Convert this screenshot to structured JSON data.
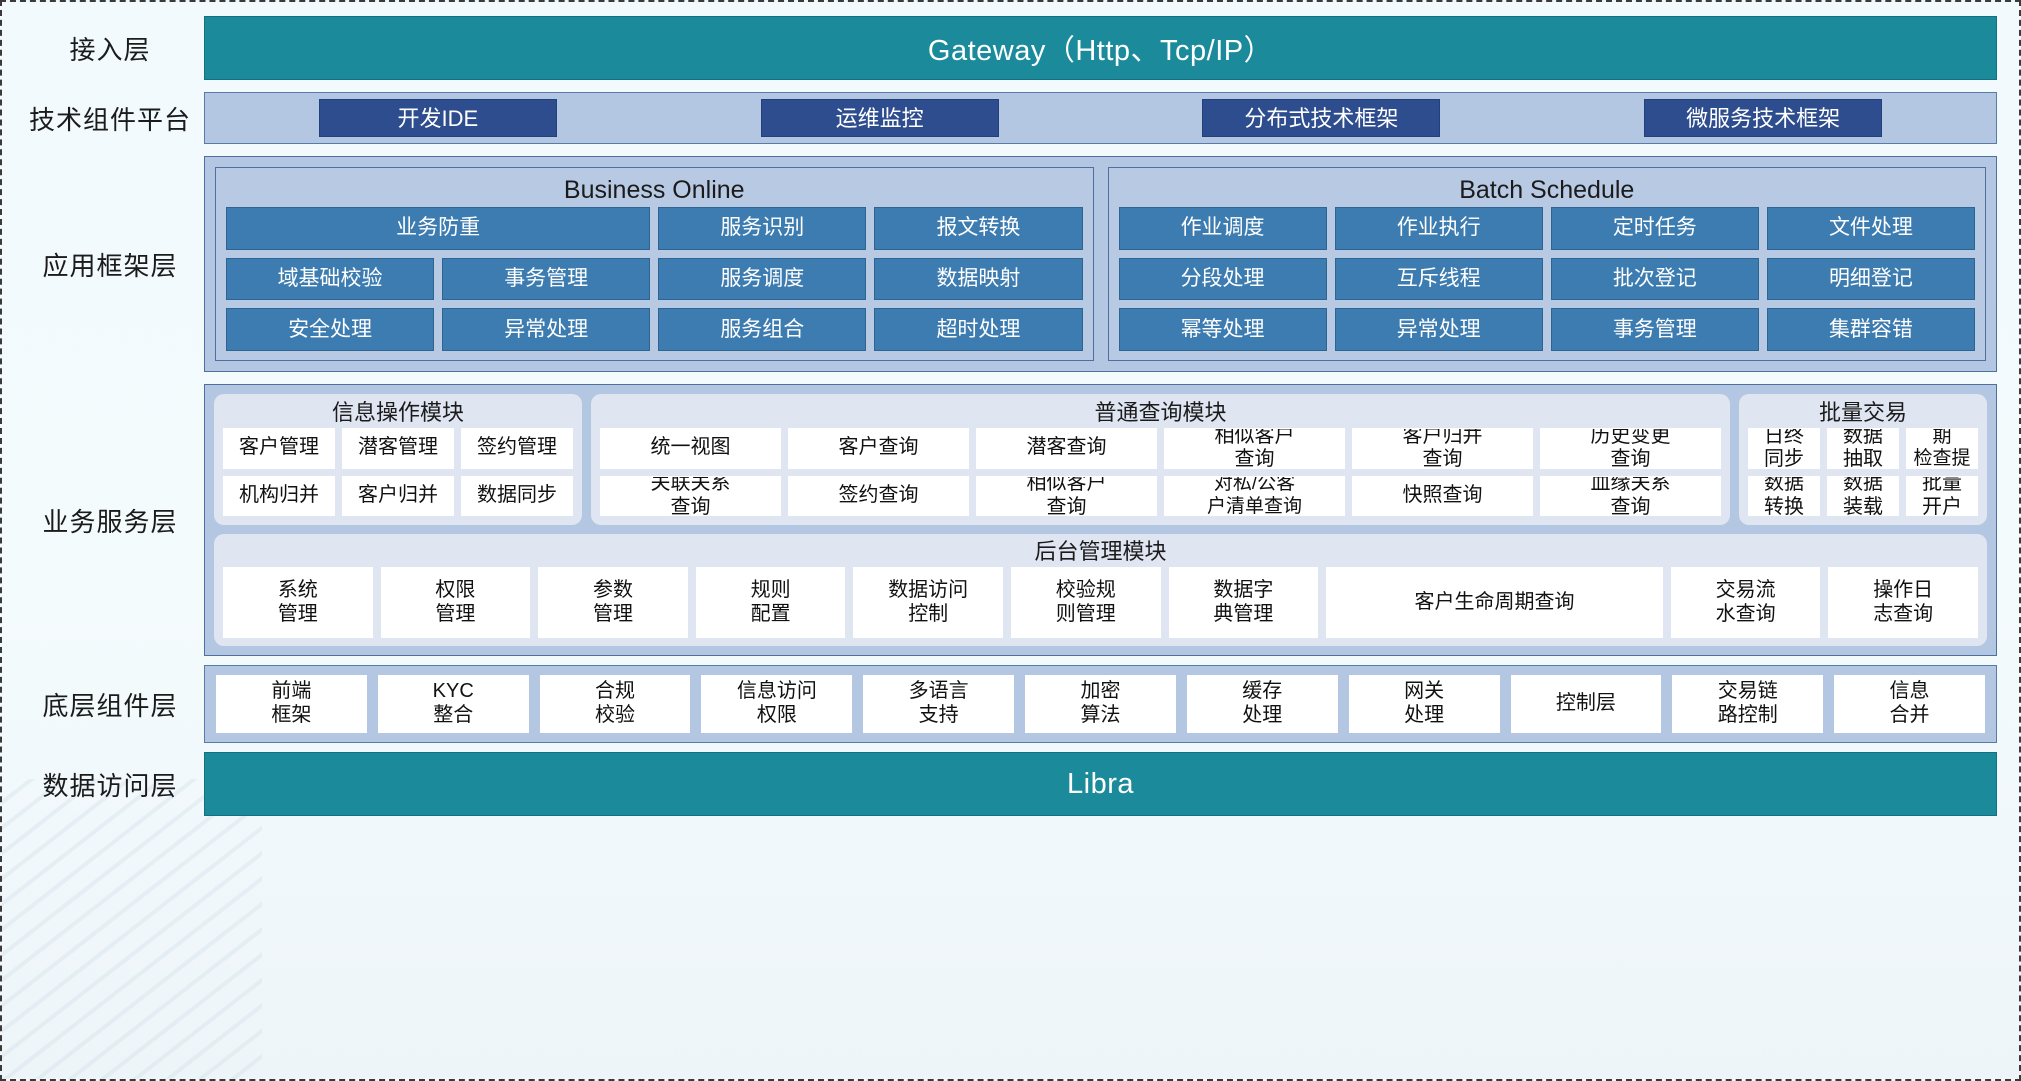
{
  "layers": {
    "access": {
      "label": "接入层",
      "bar_text": "Gateway（Http、Tcp/IP）"
    },
    "tech_platform": {
      "label": "技术组件平台"
    },
    "app_framework": {
      "label": "应用框架层"
    },
    "biz_service": {
      "label": "业务服务层"
    },
    "base_component": {
      "label": "底层组件层"
    },
    "data_access": {
      "label": "数据访问层",
      "bar_text": "Libra"
    }
  },
  "tech_platform_items": [
    "开发IDE",
    "运维监控",
    "分布式技术框架",
    "微服务技术框架"
  ],
  "app_framework": {
    "panels": [
      {
        "title": "Business Online",
        "cells": [
          {
            "label": "业务防重",
            "span": 2
          },
          {
            "label": "服务识别",
            "span": 1
          },
          {
            "label": "报文转换",
            "span": 1
          },
          {
            "label": "域基础校验",
            "span": 1
          },
          {
            "label": "事务管理",
            "span": 1
          },
          {
            "label": "服务调度",
            "span": 1
          },
          {
            "label": "数据映射",
            "span": 1
          },
          {
            "label": "安全处理",
            "span": 1
          },
          {
            "label": "异常处理",
            "span": 1
          },
          {
            "label": "服务组合",
            "span": 1
          },
          {
            "label": "超时处理",
            "span": 1
          }
        ]
      },
      {
        "title": "Batch Schedule",
        "cells": [
          {
            "label": "作业调度",
            "span": 1
          },
          {
            "label": "作业执行",
            "span": 1
          },
          {
            "label": "定时任务",
            "span": 1
          },
          {
            "label": "文件处理",
            "span": 1
          },
          {
            "label": "分段处理",
            "span": 1
          },
          {
            "label": "互斥线程",
            "span": 1
          },
          {
            "label": "批次登记",
            "span": 1
          },
          {
            "label": "明细登记",
            "span": 1
          },
          {
            "label": "幂等处理",
            "span": 1
          },
          {
            "label": "异常处理",
            "span": 1
          },
          {
            "label": "事务管理",
            "span": 1
          },
          {
            "label": "集群容错",
            "span": 1
          }
        ]
      }
    ]
  },
  "biz_service": {
    "info_module": {
      "title": "信息操作模块",
      "cells": [
        "客户管理",
        "潜客管理",
        "签约管理",
        "机构归并",
        "客户归并",
        "数据同步"
      ]
    },
    "query_module": {
      "title": "普通查询模块",
      "cells": [
        "统一视图",
        "客户查询",
        "潜客查询",
        "相似客户\n查询",
        "客户归并\n查询",
        "历史变更\n查询",
        "关联关系\n查询",
        "签约查询",
        "相似客户\n查询",
        "对私/公客\n户清单查询",
        "快照查询",
        "血缘关系\n查询"
      ]
    },
    "batch_module": {
      "title": "批量交易",
      "cells": [
        "日终\n同步",
        "数据\n抽取",
        "证件到期\n检查提醒",
        "数据\n转换",
        "数据\n装载",
        "批量\n开户"
      ]
    },
    "backend_module": {
      "title": "后台管理模块",
      "cells": [
        "系统\n管理",
        "权限\n管理",
        "参数\n管理",
        "规则\n配置",
        "数据访问\n控制",
        "校验规\n则管理",
        "数据字\n典管理",
        "客户生命周期查询",
        "交易流\n水查询",
        "操作日\n志查询"
      ]
    }
  },
  "base_component_items": [
    "前端\n框架",
    "KYC\n整合",
    "合规\n校验",
    "信息访问\n权限",
    "多语言\n支持",
    "加密\n算法",
    "缓存\n处理",
    "网关\n处理",
    "控制层",
    "交易链\n路控制",
    "信息\n合并"
  ],
  "colors": {
    "teal": "#1b8b9c",
    "band_blue": "#b4c7e2",
    "chip_dark": "#2e4d8e",
    "fw_cell": "#3d7cb0",
    "card_bg": "#dfe6f2",
    "cell_white": "#ffffff"
  }
}
